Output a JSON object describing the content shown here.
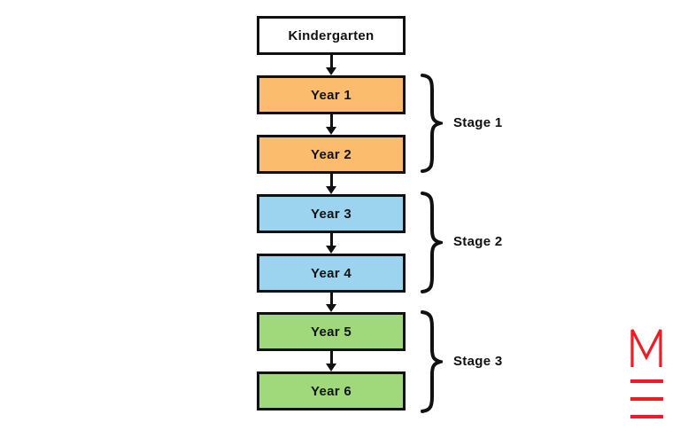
{
  "diagram": {
    "nodes": [
      {
        "label": "Kindergarten",
        "fill": "#FFFFFF"
      },
      {
        "label": "Year 1",
        "fill": "#FBBD6D"
      },
      {
        "label": "Year 2",
        "fill": "#FBBD6D"
      },
      {
        "label": "Year 3",
        "fill": "#9CD4EF"
      },
      {
        "label": "Year 4",
        "fill": "#9CD4EF"
      },
      {
        "label": "Year 5",
        "fill": "#9FD97C"
      },
      {
        "label": "Year 6",
        "fill": "#9FD97C"
      }
    ],
    "stages": [
      {
        "label": "Stage 1"
      },
      {
        "label": "Stage 2"
      },
      {
        "label": "Stage 3"
      }
    ],
    "outline_color": "#111111",
    "arrow_color": "#111111"
  },
  "logo": {
    "letter": "M",
    "color": "#EE1C25"
  }
}
